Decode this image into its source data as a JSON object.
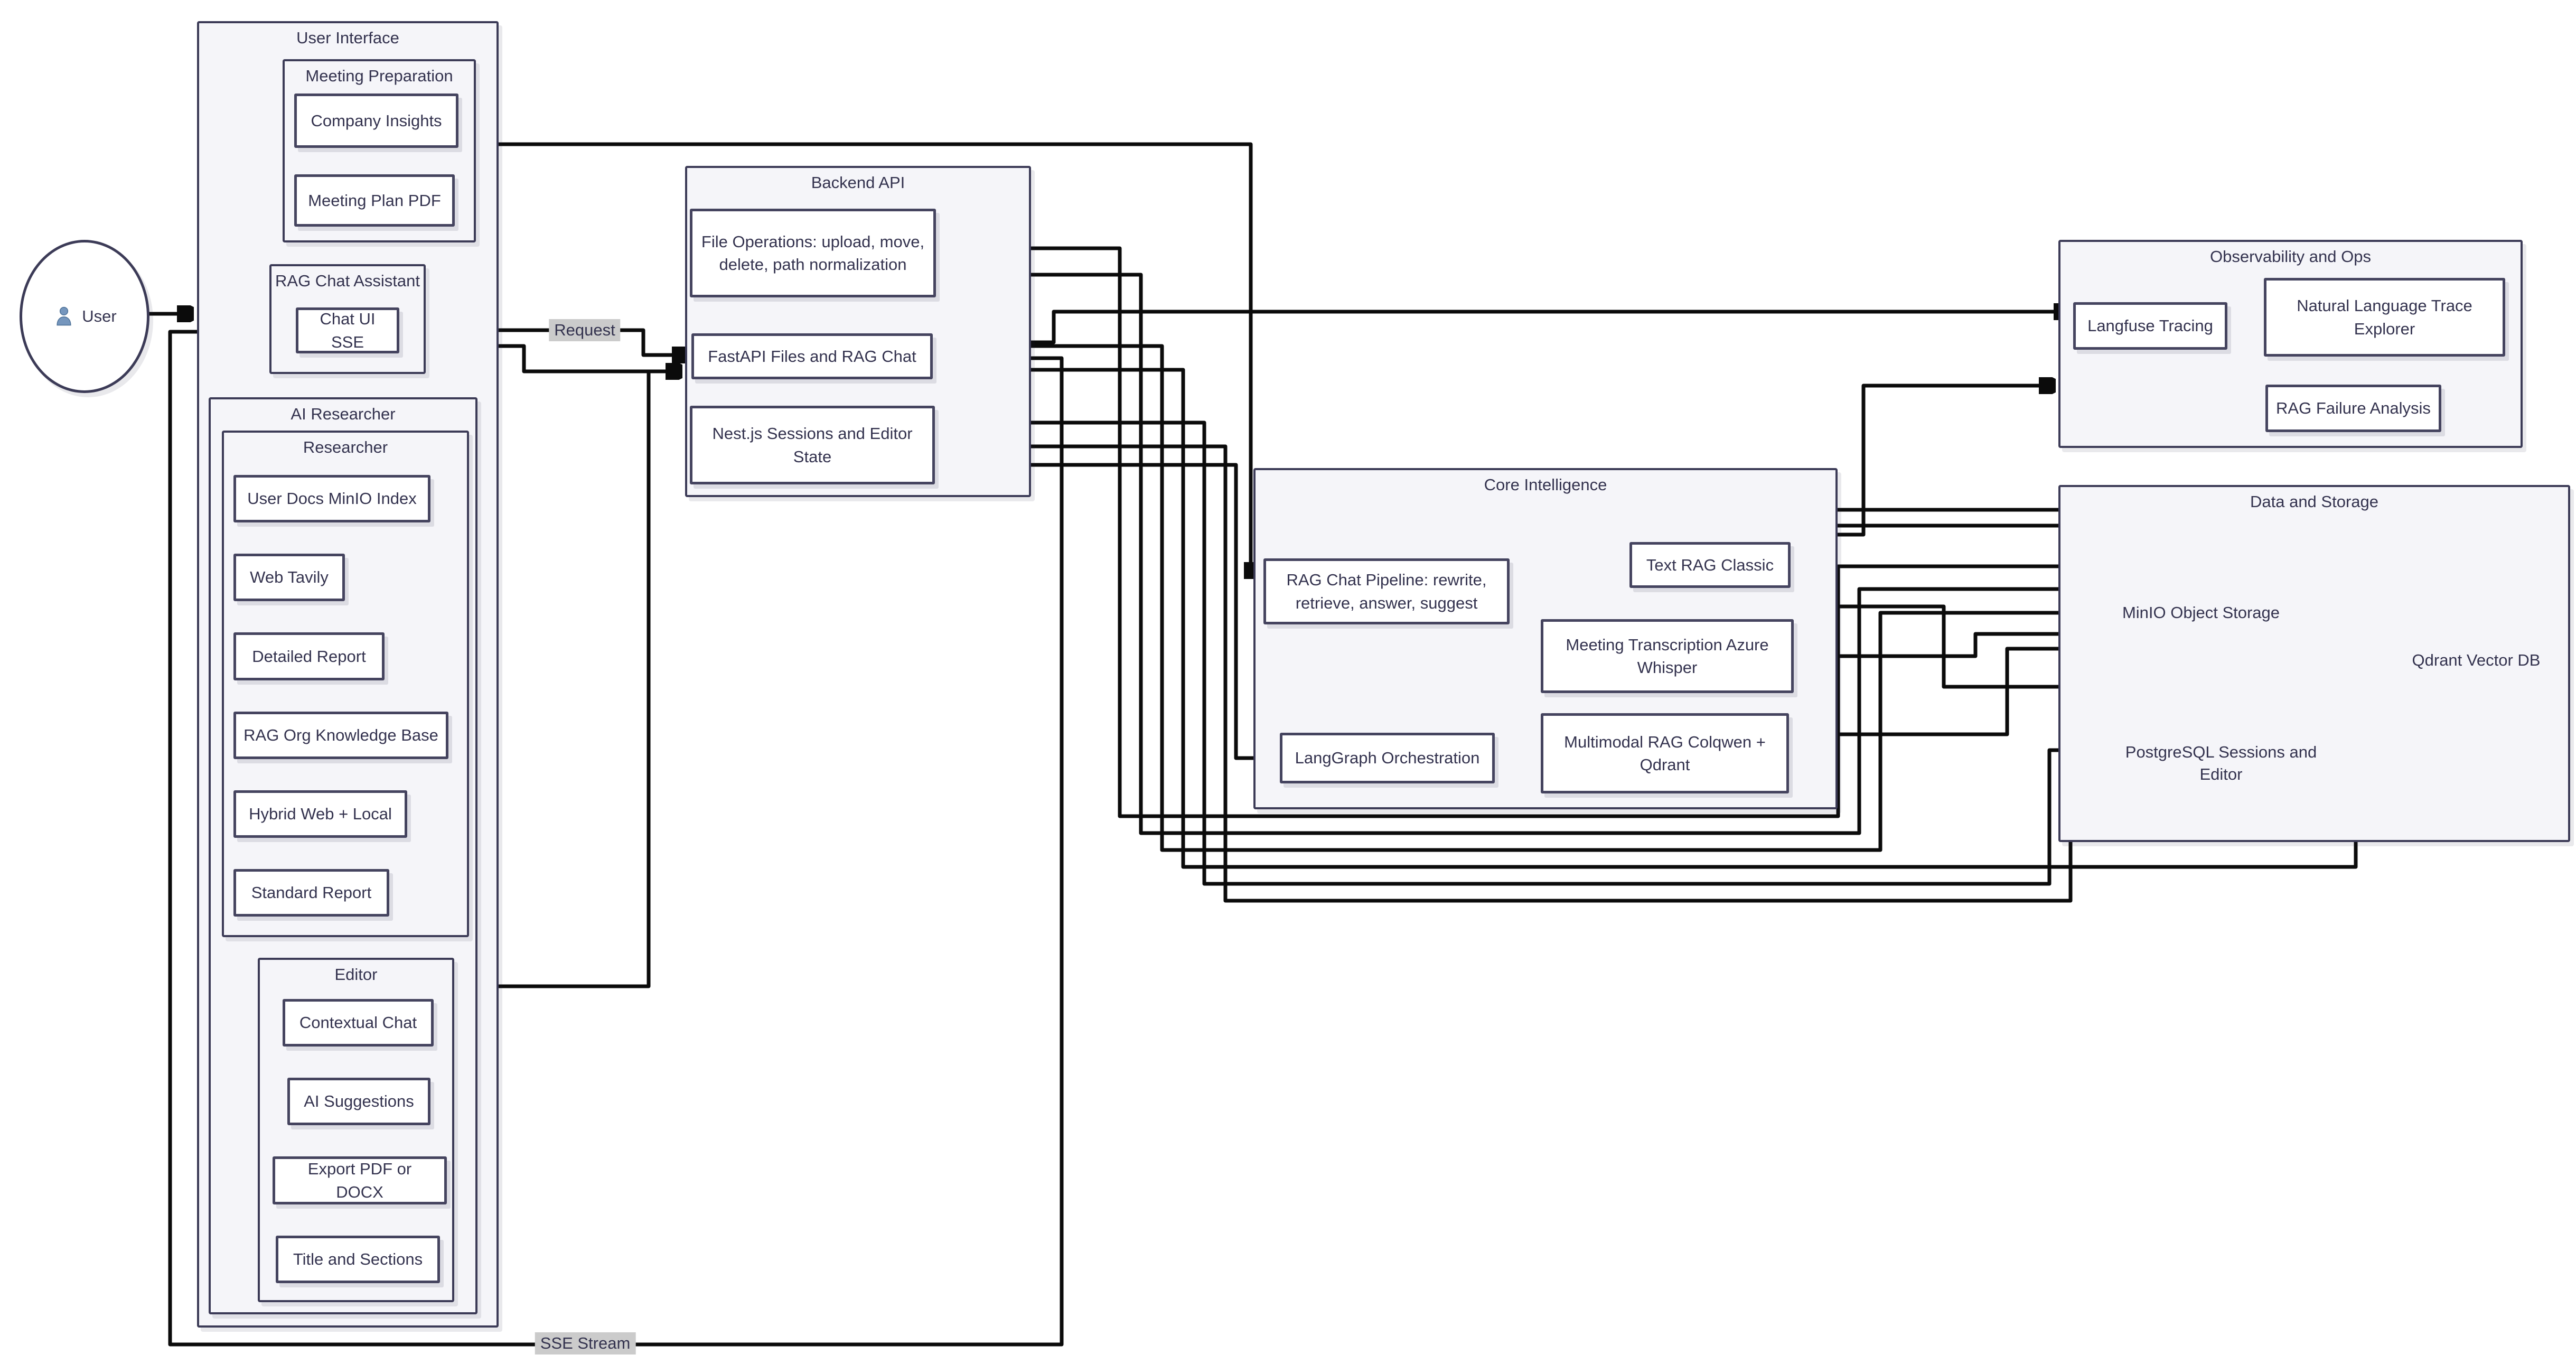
{
  "titles": {
    "user_interface": "User Interface",
    "meeting_preparation": "Meeting Preparation",
    "rag_chat_assistant": "RAG Chat Assistant",
    "ai_researcher": "AI Researcher",
    "researcher": "Researcher",
    "editor": "Editor",
    "backend_api": "Backend API",
    "core_intelligence": "Core Intelligence",
    "observability": "Observability and Ops",
    "data_storage": "Data and Storage"
  },
  "nodes": {
    "user": "User",
    "company_insights": "Company Insights",
    "meeting_plan_pdf": "Meeting Plan PDF",
    "chat_ui_sse": "Chat UI SSE",
    "user_docs_minio_index": "User Docs MinIO Index",
    "web_tavily": "Web Tavily",
    "detailed_report": "Detailed Report",
    "rag_org_knowledge_base": "RAG Org Knowledge Base",
    "hybrid_web_local": "Hybrid Web + Local",
    "standard_report": "Standard Report",
    "contextual_chat": "Contextual Chat",
    "ai_suggestions": "AI Suggestions",
    "export_pdf_docx": "Export PDF or DOCX",
    "title_sections": "Title and Sections",
    "file_operations": "File Operations: upload, move, delete, path normalization",
    "fastapi": "FastAPI Files and RAG Chat",
    "nestjs": "Nest.js Sessions and Editor State",
    "rag_chat_pipeline": "RAG Chat Pipeline: rewrite, retrieve, answer, suggest",
    "text_rag_classic": "Text RAG Classic",
    "meeting_transcription": "Meeting Transcription Azure Whisper",
    "langgraph": "LangGraph Orchestration",
    "multimodal_rag": "Multimodal RAG Colqwen + Qdrant",
    "langfuse": "Langfuse Tracing",
    "nl_trace_explorer": "Natural Language Trace Explorer",
    "rag_failure_analysis": "RAG Failure Analysis",
    "minio": "MinIO Object Storage",
    "qdrant": "Qdrant Vector DB",
    "postgresql": "PostgreSQL Sessions and Editor"
  },
  "edge_labels": {
    "request": "Request",
    "sse_stream": "SSE Stream"
  },
  "edges": [
    {
      "from": "user",
      "to": "user_interface"
    },
    {
      "from": "backend_api",
      "to": "chat_ui_sse",
      "label": "SSE Stream"
    },
    {
      "from": "chat_ui_sse",
      "to": "fastapi",
      "label": "Request"
    },
    {
      "from": "user_interface",
      "to": "backend_api"
    },
    {
      "from": "editor",
      "to": "backend_api"
    },
    {
      "from": "meeting_preparation",
      "to": "rag_chat_pipeline"
    },
    {
      "from": "fastapi",
      "to": "langfuse"
    },
    {
      "from": "rag_chat_pipeline",
      "to": "observability"
    },
    {
      "from": "langfuse",
      "to": "nl_trace_explorer"
    },
    {
      "from": "langfuse",
      "to": "rag_failure_analysis"
    },
    {
      "from": "researcher",
      "to": "user_docs_minio_index"
    },
    {
      "from": "researcher",
      "to": "web_tavily"
    },
    {
      "from": "researcher",
      "to": "detailed_report"
    },
    {
      "from": "researcher",
      "to": "rag_org_knowledge_base"
    },
    {
      "from": "researcher",
      "to": "hybrid_web_local"
    },
    {
      "from": "researcher",
      "to": "standard_report"
    },
    {
      "from": "editor",
      "to": "export_pdf_docx"
    },
    {
      "from": "nestjs",
      "to": "langgraph"
    },
    {
      "from": "langgraph",
      "to": "multimodal_rag"
    },
    {
      "from": "file_operations",
      "to": "minio"
    },
    {
      "from": "fastapi",
      "to": "minio"
    },
    {
      "from": "meeting_transcription",
      "to": "minio"
    },
    {
      "from": "multimodal_rag",
      "to": "minio"
    },
    {
      "from": "qdrant",
      "to": "minio"
    },
    {
      "from": "text_rag_classic",
      "to": "qdrant"
    },
    {
      "from": "rag_chat_pipeline",
      "to": "qdrant"
    },
    {
      "from": "fastapi",
      "to": "qdrant"
    },
    {
      "from": "nestjs",
      "to": "postgresql"
    }
  ],
  "colors": {
    "node_border": "#45445f",
    "container_border": "#3c3b57",
    "node_fill": "#ffffff",
    "container_fill": "#f5f5f9",
    "text": "#33324e",
    "edge": "#0b0b0b",
    "edge_label_bg": "#cbcbcb",
    "user_icon": "#7596bd"
  }
}
